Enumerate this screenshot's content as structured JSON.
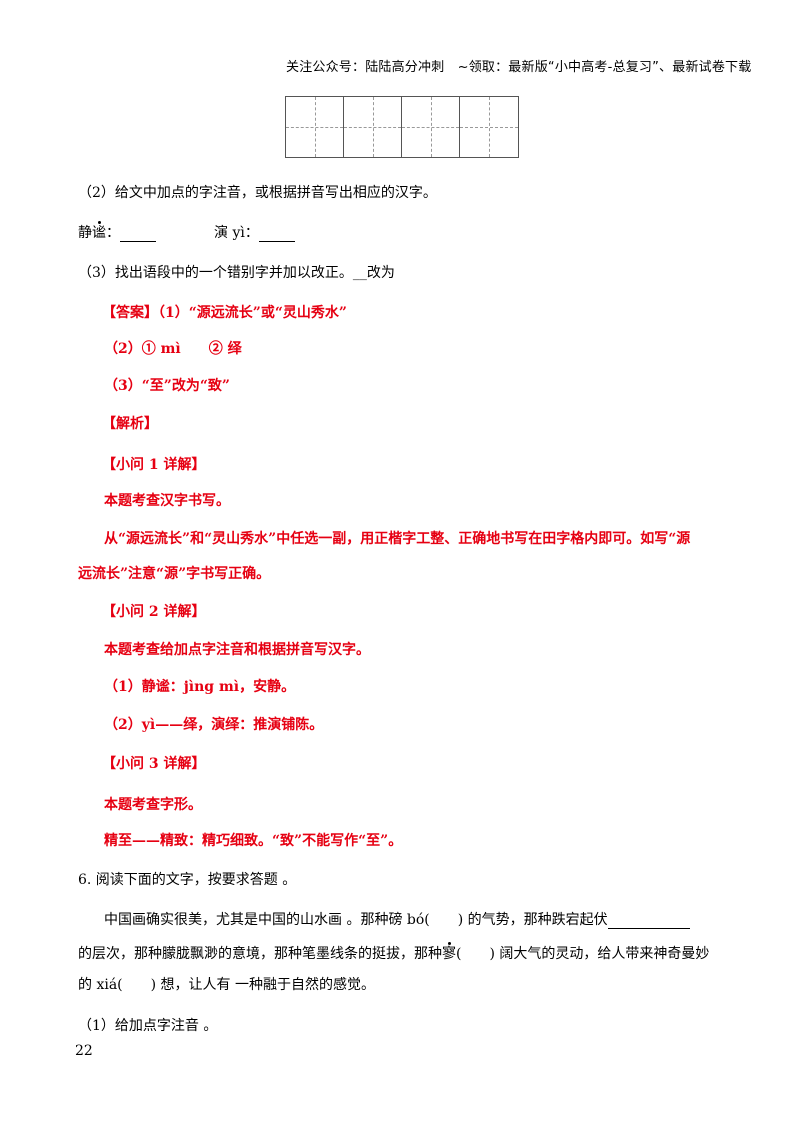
{
  "header": {
    "text": "关注公众号：陆陆高分冲刺　~领取：最新版“小中高考-总复习”、最新试卷下载"
  },
  "q2": {
    "title": "（2）给文中加点的字注音，或根据拼音写出相应的汉字。",
    "item1_char1": "静",
    "item1_char2": "谧",
    "item1_colon": "：",
    "item2_label": "演 yì："
  },
  "q3": {
    "title": "（3）找出语段中的一个错别字并加以改正。__改为"
  },
  "answer": {
    "a1": "【答案】（1）“源远流长”或“灵山秀水”",
    "a2": "（2）①  mì　　②  绎",
    "a3": "（3）“至”改为“致”",
    "analysis": "【解析】",
    "sub1_title": "【小问 1 详解】",
    "sub1_line1": "本题考查汉字书写。",
    "sub1_line2a": "从“源远流长”和“灵山秀水”中任选一副，用正楷字工整、正确地书写在田字格内即可。如写“源",
    "sub1_line2b": "远流长”注意“源”字书写正确。",
    "sub2_title": "【小问 2 详解】",
    "sub2_line1": "本题考查给加点字注音和根据拼音写汉字。",
    "sub2_line2": "（1）静谧：jìng mì，安静。",
    "sub2_line3": "（2）yì——绎，演绎：推演铺陈。",
    "sub3_title": "【小问 3 详解】",
    "sub3_line1": "本题考查字形。",
    "sub3_line2": "精至——精致：精巧细致。“致”不能写作“至”。"
  },
  "q6": {
    "title": "6. 阅读下面的文字，按要求答题 。",
    "p1a": "中国画确实很美，尤其是中国的山水画 。那种磅 bó(　　) 的气势，那种跌宕起伏",
    "p2a": "的层次，那种朦胧飘渺的意境，那种笔墨线条的挺拔，那种",
    "p2_dot": "寥",
    "p2b": "(　　) 阔大气的灵动，给人带来神奇曼妙",
    "p3": "的  xiá(　　) 想，让人有  一种融于自然的感觉。",
    "sub1": "（1）给加点字注音 。"
  },
  "page_number": "22"
}
